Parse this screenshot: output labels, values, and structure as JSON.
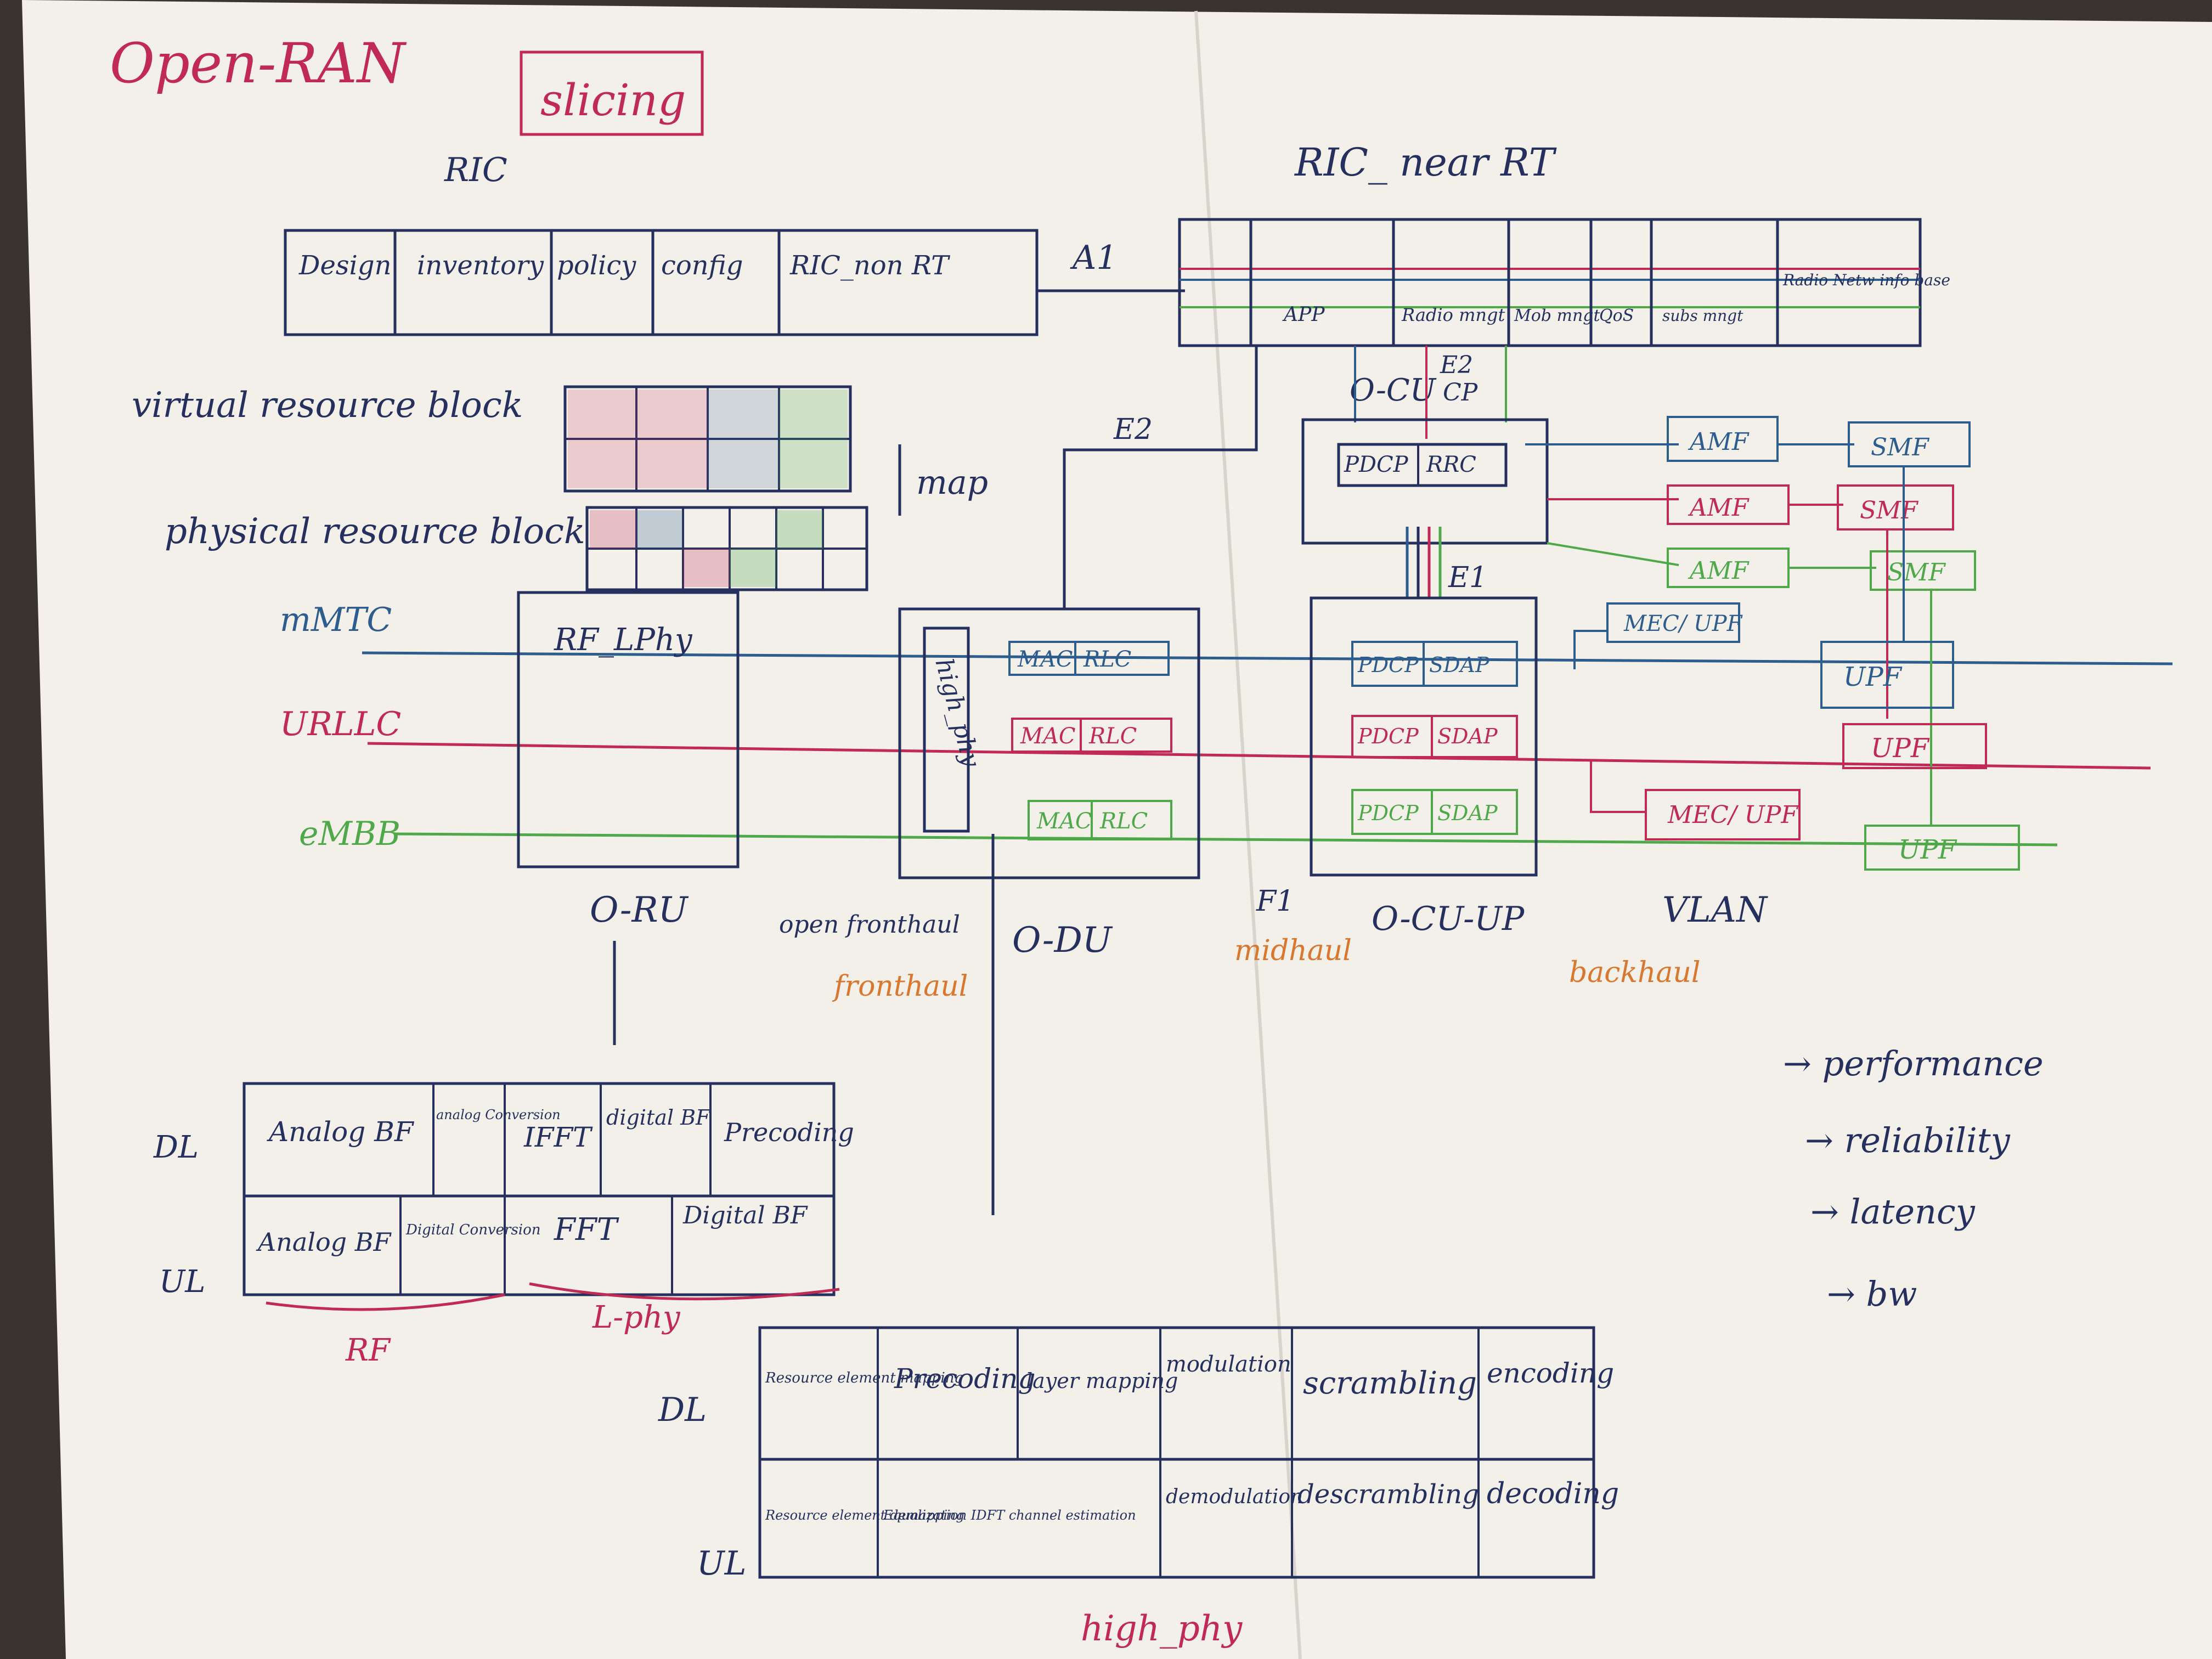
{
  "title": "Open-RAN",
  "title_bracket": "slicing",
  "labels": {
    "ric": "RIC",
    "ric_near_rt": "RIC_ near RT",
    "a1": "A1",
    "e2": "E2",
    "e2_top": "E2",
    "e1": "E1",
    "f1": "F1",
    "virtual_rb": "virtual resource block",
    "physical_rb": "physical resource block",
    "map": "map",
    "mmtc": "mMTC",
    "urllc": "URLLC",
    "embb": "eMBB",
    "rf_lphy": "RF_LPhy",
    "high_phy": "high_phy",
    "o_ru": "O-RU",
    "o_du": "O-DU",
    "o_cu_up": "O-CU-UP",
    "o_cu_cp": "O-CU",
    "cp": "CP",
    "vlan": "VLAN",
    "open_fronthaul": "open fronthaul",
    "fronthaul": "fronthaul",
    "midhaul": "midhaul",
    "backhaul": "backhaul"
  },
  "smo_cells": [
    "Design",
    "inventory",
    "policy",
    "config",
    "RIC_non RT"
  ],
  "ric_cells": [
    "APP",
    "Radio mngt",
    "Mob mngt",
    "QoS",
    "subs mngt",
    "Radio Netw info base"
  ],
  "cu_cp_cells": [
    "PDCP",
    "RRC"
  ],
  "du_cells": {
    "mmtc": [
      "MAC",
      "RLC"
    ],
    "urllc": [
      "MAC",
      "RLC"
    ],
    "embb": [
      "MAC",
      "RLC"
    ]
  },
  "cu_up_cells": {
    "mmtc": [
      "PDCP",
      "SDAP"
    ],
    "urllc": [
      "PDCP",
      "SDAP"
    ],
    "embb": [
      "PDCP",
      "SDAP"
    ]
  },
  "core": {
    "amf": "AMF",
    "smf": "SMF",
    "upf": "UPF",
    "mec_upf": "MEC/ UPF"
  },
  "lphy_table": {
    "dl_label": "DL",
    "ul_label": "UL",
    "dl": [
      "Analog BF",
      "analog Conversion",
      "IFFT",
      "digital BF",
      "Precoding"
    ],
    "ul": [
      "Analog BF",
      "Digital Conversion",
      "FFT",
      "Digital BF"
    ],
    "brace_rf": "RF",
    "brace_lphy": "L-phy"
  },
  "hphy_table": {
    "dl_label": "DL",
    "ul_label": "UL",
    "dl": [
      "Resource element mapping",
      "Precoding",
      "layer mapping",
      "modulation",
      "scrambling",
      "encoding"
    ],
    "ul": [
      "Resource element demapping",
      "Equalization IDFT channel estimation",
      "demodulation",
      "descrambling",
      "decoding"
    ],
    "brace": "high_phy"
  },
  "kpis": [
    "→ performance",
    "→ reliability",
    "→ latency",
    "→ bw"
  ],
  "colors": {
    "navy": "#26305f",
    "red": "#c02a55",
    "green": "#4fa84a",
    "blue": "#2d5c8e",
    "orange": "#d9772e",
    "paper": "#f3f0ea"
  }
}
